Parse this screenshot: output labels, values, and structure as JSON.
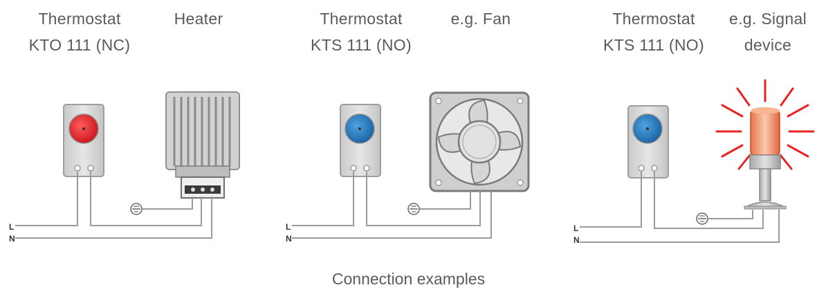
{
  "panels": [
    {
      "thermostat_title": "Thermostat",
      "thermostat_model": "KTO 111 (NC)",
      "device_label_1": "Heater",
      "device_label_2": "",
      "l_label": "L",
      "n_label": "N",
      "knob_color": "#e11b22"
    },
    {
      "thermostat_title": "Thermostat",
      "thermostat_model": "KTS 111 (NO)",
      "device_label_1": "e.g. Fan",
      "device_label_2": "",
      "l_label": "L",
      "n_label": "N",
      "knob_color": "#1f6fb5"
    },
    {
      "thermostat_title": "Thermostat",
      "thermostat_model": "KTS 111 (NO)",
      "device_label_1": "e.g. Signal",
      "device_label_2": "device",
      "l_label": "L",
      "n_label": "N",
      "knob_color": "#1f6fb5"
    }
  ],
  "caption": "Connection examples",
  "colors": {
    "wire": "#9a9a9a",
    "housing": "#d9d9d9",
    "beacon_glow": "#e8231f",
    "beacon_body": "#f08a5a"
  },
  "icons": [
    "earth-ground-icon",
    "heater-icon",
    "fan-icon",
    "signal-beacon-icon",
    "thermostat-icon"
  ]
}
